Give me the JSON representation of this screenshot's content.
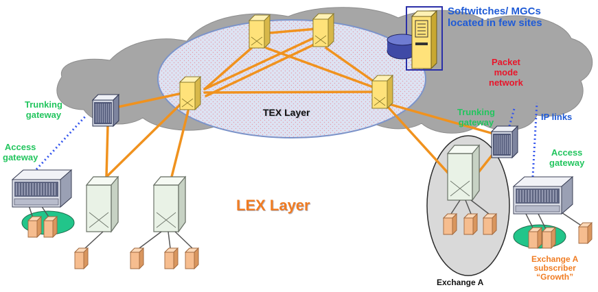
{
  "diagram": {
    "labels": {
      "softswitches": "Softwitches/ MGCs\nlocated in  few sites",
      "packet_network": "Packet\nmode\nnetwork",
      "tex_layer": "TEX Layer",
      "lex_layer": "LEX Layer",
      "trunking_gateway_left": "Trunking\ngateway",
      "access_gateway_left": "Access\ngateway",
      "trunking_gateway_right": "Trunking\ngateway",
      "ip_links": "IP links",
      "access_gateway_right": "Access\ngateway",
      "exchange_a": "Exchange A",
      "exchange_a_subscriber": "Exchange A\nsubscriber\n“Growth”"
    },
    "colors": {
      "cloud": "#a6a6a6",
      "tex_ellipse": "#dde3f3",
      "link": "#f0921e",
      "ip_link": "#3355ee",
      "switch": "#ffe27a",
      "exchange": "#e9f2e6",
      "terminal": "#f6bd8f",
      "access_ring": "#22c58a",
      "exchange_ellipse": "#d9d9d9"
    }
  }
}
